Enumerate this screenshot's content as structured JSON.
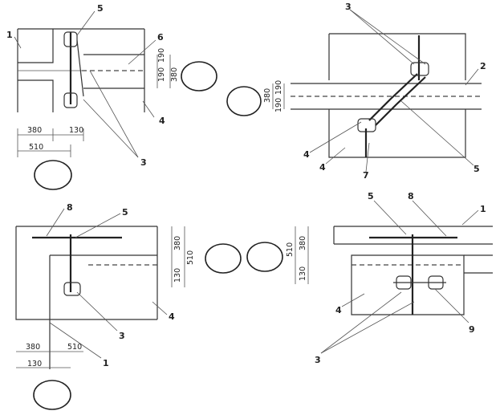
{
  "callouts": {
    "d1": [
      "1",
      "5",
      "6",
      "4",
      "3"
    ],
    "d2": [
      "3",
      "2",
      "4",
      "4",
      "7",
      "5"
    ],
    "d3": [
      "8",
      "5",
      "4",
      "3",
      "1"
    ],
    "d4": [
      "5",
      "8",
      "1",
      "4",
      "9",
      "3"
    ]
  },
  "dimensions": {
    "d1": [
      "380",
      "130",
      "510",
      "190",
      "190",
      "380"
    ],
    "d2": [
      "380",
      "190",
      "190"
    ],
    "d3": [
      "380",
      "510",
      "130",
      "380",
      "130",
      "510"
    ],
    "d4": [
      "510",
      "380",
      "130"
    ]
  },
  "colors": {
    "ink": "#222222",
    "paper": "#ffffff"
  }
}
